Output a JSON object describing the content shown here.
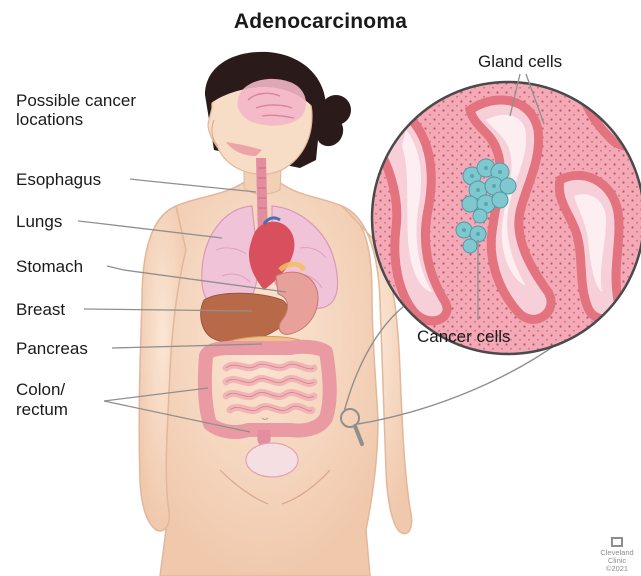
{
  "title": "Adenocarcinoma",
  "labels": {
    "possible_locations_line1": "Possible cancer",
    "possible_locations_line2": "locations",
    "esophagus": "Esophagus",
    "lungs": "Lungs",
    "stomach": "Stomach",
    "breast": "Breast",
    "pancreas": "Pancreas",
    "colon_line1": "Colon/",
    "colon_line2": "rectum",
    "gland_cells": "Gland cells",
    "cancer_cells": "Cancer cells"
  },
  "logo": {
    "line1": "Cleveland",
    "line2": "Clinic",
    "line3": "©2021"
  },
  "colors": {
    "skin": "#f6d9c2",
    "skin_outline": "#e2b79b",
    "hair": "#2a1b1a",
    "lung": "#f1c3d8",
    "liver": "#b86a48",
    "stomach": "#e7a09a",
    "intestine": "#f0b8b8",
    "tissue": "#f3a7b4",
    "gland": "#e2737f",
    "cancer": "#7fc8cf",
    "leader_line": "#8f8f8f"
  }
}
